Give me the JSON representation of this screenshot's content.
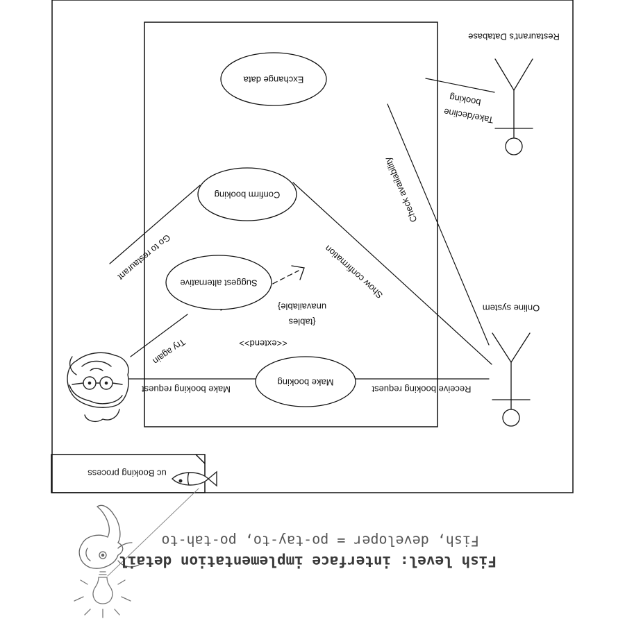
{
  "diagram": {
    "package_title": "uc Booking process",
    "use_cases": {
      "exchange_data": "Exchange data",
      "confirm_booking": "Confirm booking",
      "suggest_alternative": "Suggest alternative",
      "make_booking": "Make booking"
    },
    "actors": {
      "restaurant_db": "Restaurant's Database",
      "online_system": "Online system"
    },
    "associations": {
      "take_decline": "Take/decline",
      "take_decline_2": "booking",
      "check_availability": "Check availability",
      "show_confirmation": "Show confirmation",
      "go_to_restaurant": "Go to restaurant",
      "try_again": "Try again",
      "make_booking_request": "Make booking request",
      "receive_booking_request": "Receive booking request"
    },
    "extend": {
      "stereotype": "<<extend>>",
      "condition_1": "{tables",
      "condition_2": "unavailable}"
    }
  },
  "note": {
    "title": "Fish level: interface implementation detail",
    "subtitle": "Fish, developer = po-tay-to, po-tah-to"
  },
  "colors": {
    "line": "#111111",
    "note_text": "#3a3a3a",
    "sketch": "#777777"
  },
  "icons": [
    "developer-avatar-icon",
    "fish-icon",
    "fish-cartoon-icon",
    "lightbulb-icon"
  ]
}
